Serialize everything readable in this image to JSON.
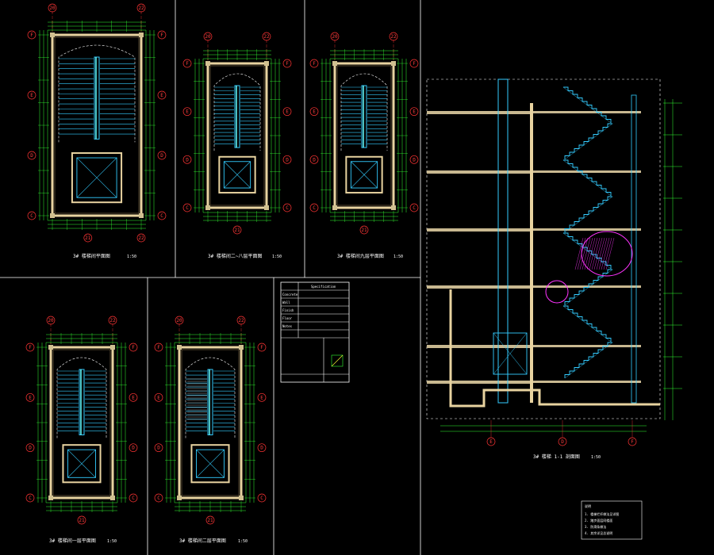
{
  "colors": {
    "background": "#000000",
    "wall": "#e8d3a0",
    "dimension": "#33ff33",
    "stair": "#33ccff",
    "axis": "#ff3333",
    "frame": "#ffffff",
    "revision": "#ff33ff",
    "text": "#ffffff",
    "elevator": "#33ccff",
    "hatch": "#aaaaaa"
  },
  "sheets": [
    {
      "id": "plan-a",
      "title": "3# 楼梯间平面图",
      "scale": "1:50",
      "grid_top": [
        "20",
        "22"
      ],
      "grid_bottom": [
        "21",
        "22"
      ],
      "grid_side": [
        "F",
        "E",
        "D",
        "C"
      ]
    },
    {
      "id": "plan-b",
      "title": "3# 楼梯间二~八层平面图",
      "scale": "1:50",
      "grid_top": [
        "20",
        "22"
      ],
      "grid_bottom": [
        "21"
      ],
      "grid_side": [
        "F",
        "E",
        "D",
        "C"
      ]
    },
    {
      "id": "plan-c",
      "title": "3# 楼梯间九层平面图",
      "scale": "1:50",
      "grid_top": [
        "20",
        "22"
      ],
      "grid_bottom": [
        "21"
      ],
      "grid_side": [
        "F",
        "E",
        "D",
        "C"
      ]
    },
    {
      "id": "plan-d",
      "title": "3# 楼梯间一层平面图",
      "scale": "1:50",
      "grid_top": [
        "20",
        "22"
      ],
      "grid_bottom": [
        "21"
      ],
      "grid_side": [
        "F",
        "E",
        "D",
        "C"
      ]
    },
    {
      "id": "plan-e",
      "title": "3# 楼梯间二层平面图",
      "scale": "1:50",
      "grid_top": [
        "20",
        "22"
      ],
      "grid_bottom": [
        "21"
      ],
      "grid_side": [
        "F",
        "E",
        "D",
        "C"
      ]
    },
    {
      "id": "section",
      "title": "3# 楼梯 1-1 剖面图",
      "scale": "1:50",
      "grid_bottom": [
        "E",
        "D",
        "F"
      ]
    }
  ],
  "title_block": {
    "rows": [
      "Concrete",
      "Wall",
      "Finish",
      "Floor",
      "Notes"
    ],
    "header": "Specification"
  },
  "notes": {
    "heading": "说明",
    "lines": [
      "1. 楼梯栏杆做法见详图",
      "2. 踏步面层同楼面",
      "3. 防滑条做法",
      "4. 其余详见总说明"
    ]
  }
}
